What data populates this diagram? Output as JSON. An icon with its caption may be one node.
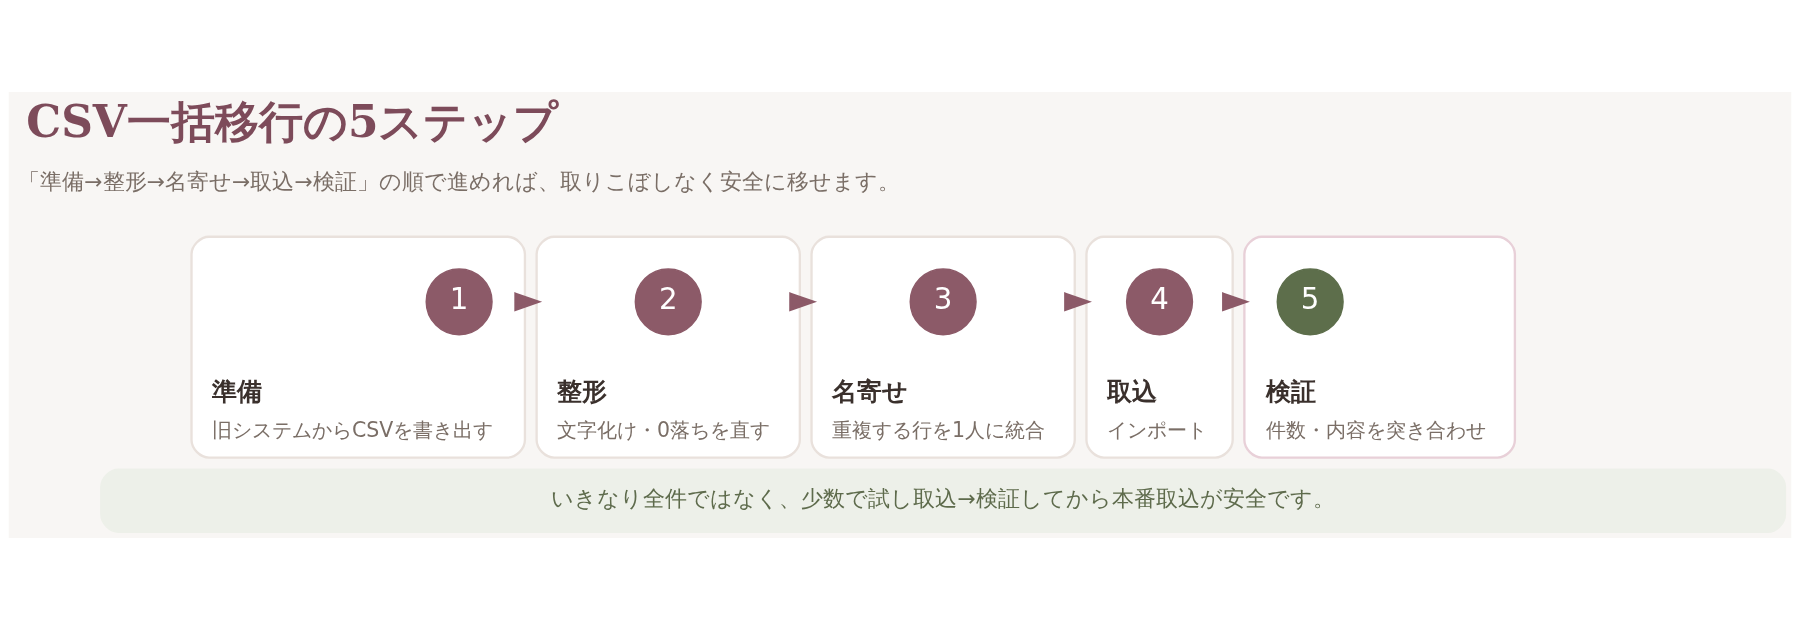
{
  "diagram": {
    "title": "CSV一括移行の5ステップ",
    "nodes": [
      {
        "text": [
          "準備",
          "旧システムからCSVを書き出す"
        ]
      },
      {
        "text": [
          "1"
        ],
        "in": 0
      },
      {
        "text": [
          "整形",
          "文字化け・0落ちを直す"
        ]
      },
      {
        "text": [
          "2"
        ],
        "in": 2
      },
      {
        "text": [
          "名寄せ",
          "重複する行を1人に統合"
        ]
      },
      {
        "text": [
          "3"
        ],
        "in": 4
      },
      {
        "text": [
          "取込",
          "インポート"
        ]
      },
      {
        "text": [
          "4"
        ],
        "in": 6
      },
      {
        "text": [
          "検証",
          "件数・内容を突き合わせ"
        ]
      },
      {
        "text": [
          "5"
        ],
        "in": 8
      },
      {
        "text": [
          "いきなり全件ではなく、少数で試し取込→検証してから本番取込が安全です。"
        ]
      }
    ],
    "edges": [
      {
        "from": 0,
        "to": 2,
        "arrow": "to"
      },
      {
        "from": 2,
        "to": 4,
        "arrow": "to"
      },
      {
        "from": 4,
        "to": 6,
        "arrow": "to"
      },
      {
        "from": 6,
        "to": 8,
        "arrow": "to"
      }
    ],
    "labels": [
      "「準備→整形→名寄せ→取込→検証」の順で進めれば、取りこぼしなく安全に移せます。"
    ]
  }
}
